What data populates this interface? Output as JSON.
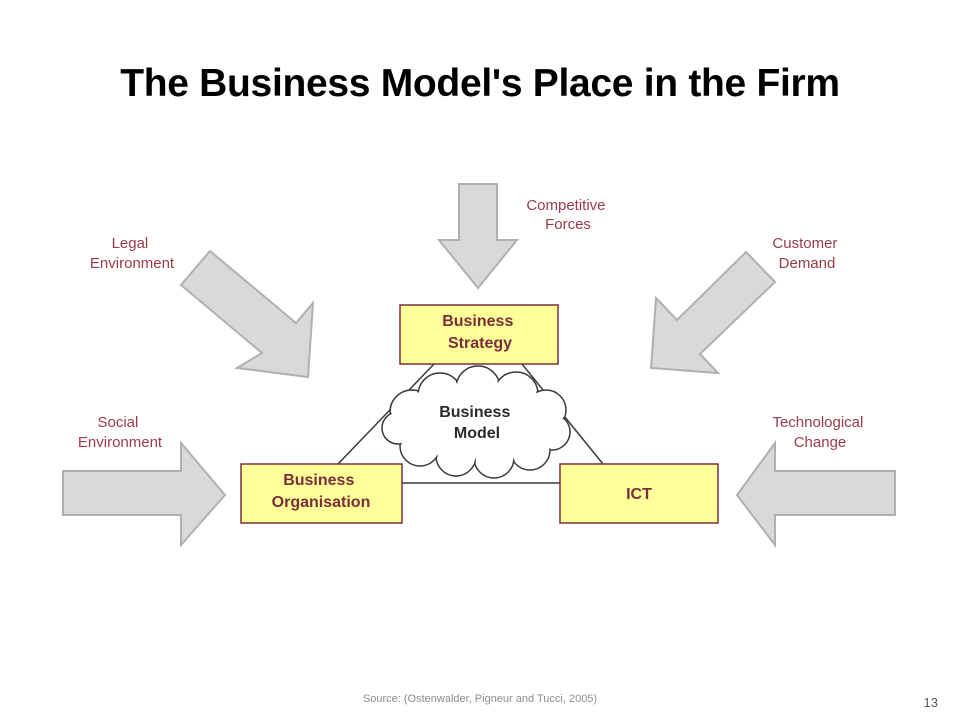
{
  "title": "The Business Model's Place in the Firm",
  "diagram": {
    "external_forces": {
      "competitive_forces": [
        "Competitive",
        "Forces"
      ],
      "legal_environment": [
        "Legal",
        "Environment"
      ],
      "customer_demand": [
        "Customer",
        "Demand"
      ],
      "social_environment": [
        "Social",
        "Environment"
      ],
      "technological_change": [
        "Technological",
        "Change"
      ]
    },
    "boxes": {
      "business_strategy": [
        "Business",
        "Strategy"
      ],
      "business_organisation": [
        "Business",
        "Organisation"
      ],
      "ict": "ICT"
    },
    "center": [
      "Business",
      "Model"
    ]
  },
  "source": "Source: (Ostenwalder, Pigneur and  Tucci, 2005)",
  "page_number": "13",
  "colors": {
    "arrow_fill": "#d9d9d9",
    "arrow_stroke": "#b0b0b0",
    "box_fill": "#ffff99",
    "box_stroke": "#7f2f3f",
    "force_label": "#9a3b4a"
  }
}
